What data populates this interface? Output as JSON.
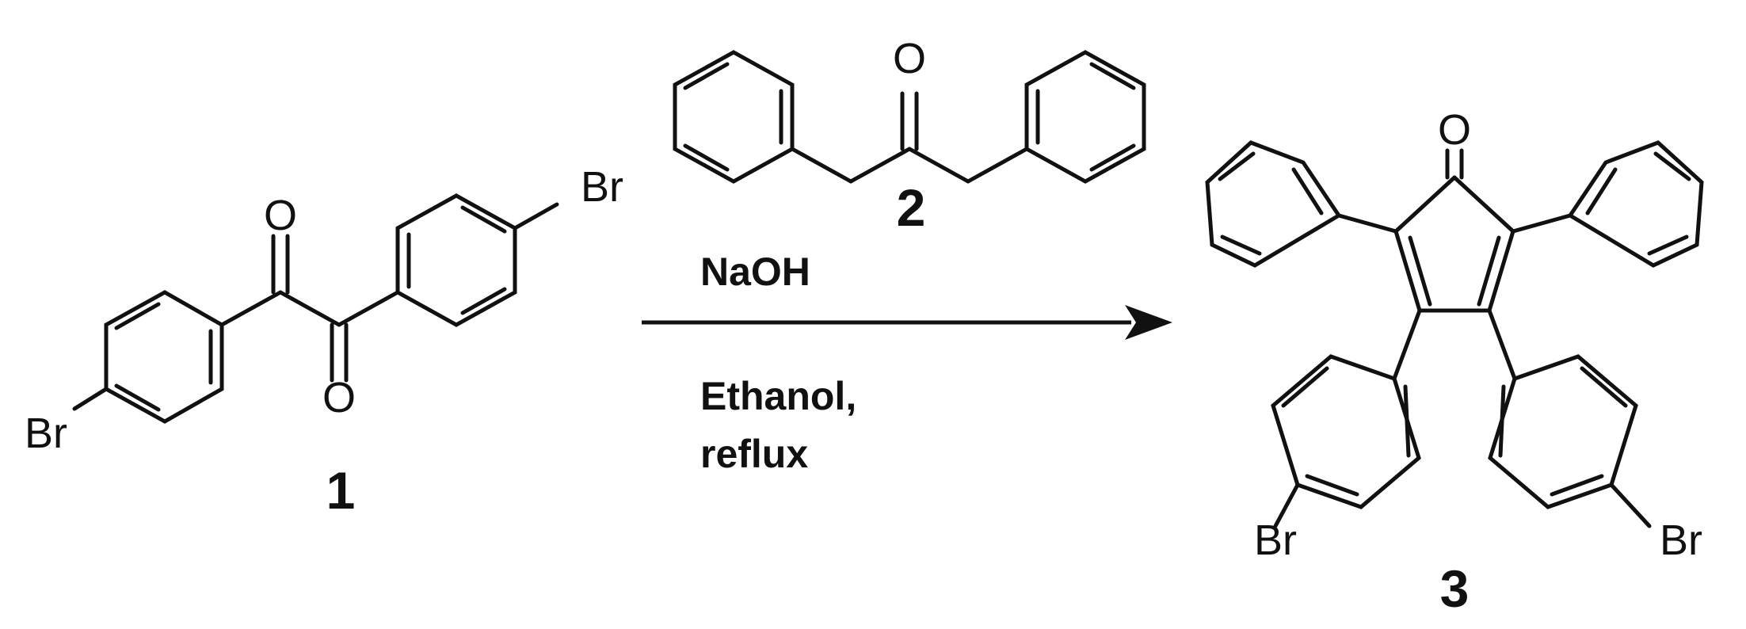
{
  "compounds": {
    "c1": {
      "number": "1",
      "atoms": {
        "o_top": "O",
        "o_bottom": "O",
        "br_left": "Br",
        "br_right": "Br"
      }
    },
    "c2": {
      "number": "2",
      "atoms": {
        "o": "O"
      }
    },
    "c3": {
      "number": "3",
      "atoms": {
        "o": "O",
        "br_left": "Br",
        "br_right": "Br"
      }
    }
  },
  "reaction": {
    "reagent": "NaOH",
    "solvent_line1": "Ethanol,",
    "solvent_line2": "reflux"
  },
  "colors": {
    "ink": "#111111",
    "background": "#ffffff"
  }
}
